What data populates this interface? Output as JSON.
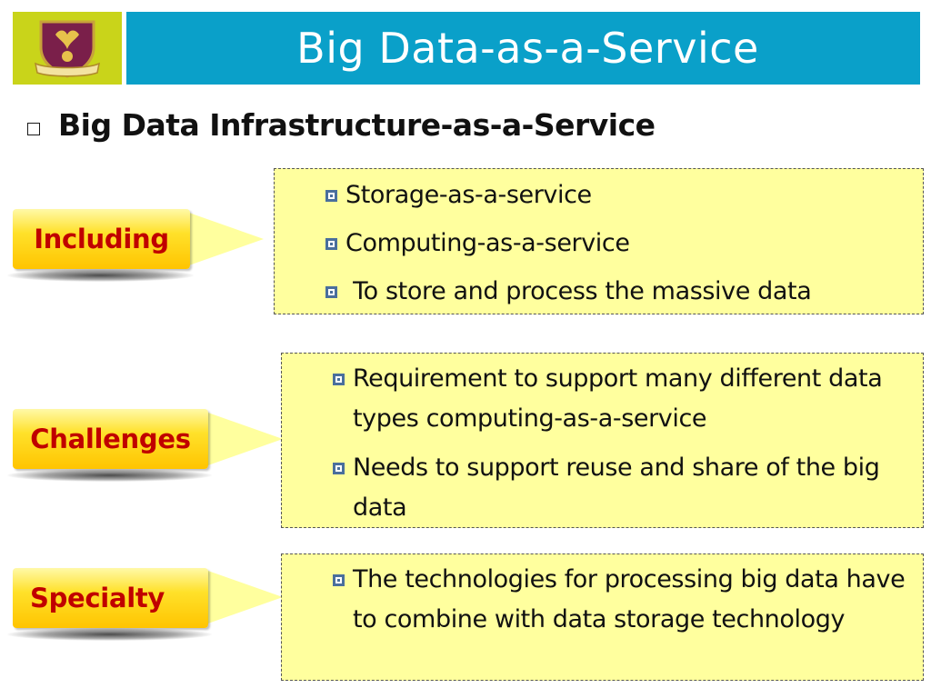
{
  "slide": {
    "title": "Big Data-as-a-Service",
    "heading": "Big Data Infrastructure-as-a-Service"
  },
  "sections": [
    {
      "label": "Including",
      "items": [
        "Storage-as-a-service",
        "Computing-as-a-service",
        " To store and process the massive data"
      ]
    },
    {
      "label": "Challenges",
      "items": [
        "Requirement to support many different data types computing-as-a-service",
        "Needs to support reuse and share of the big data"
      ]
    },
    {
      "label": "Specialty",
      "items": [
        "The technologies for processing big data have to combine with data storage technology"
      ]
    }
  ],
  "colors": {
    "title_bar": "#0aa0c9",
    "logo_box": "#c9d41a",
    "content_box": "#ffff9e",
    "label_text": "#c00000",
    "bullet": "#4a6f9c"
  }
}
